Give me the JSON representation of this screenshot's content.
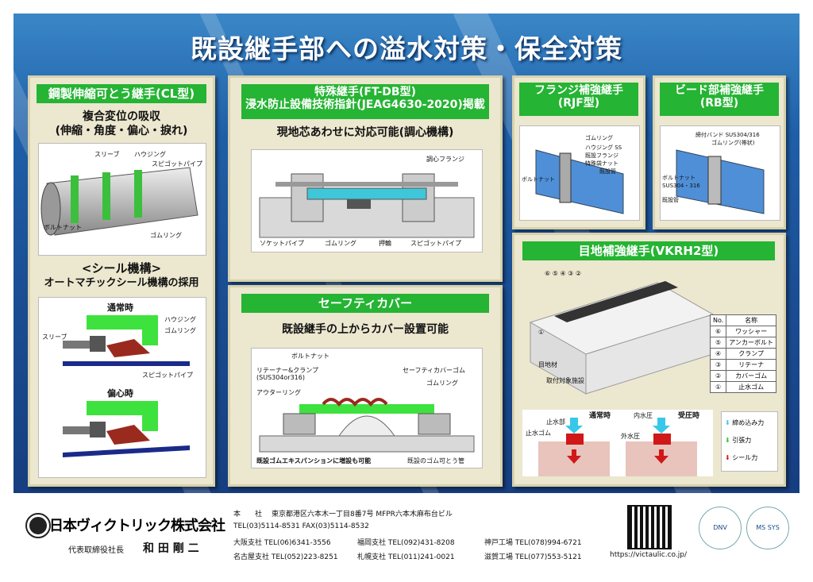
{
  "title": "既設継手部への溢水対策・保全対策",
  "panel1": {
    "header": "鋼製伸縮可とう継手(CL型)",
    "sub1_line1": "複合変位の吸収",
    "sub1_line2": "(伸縮・角度・偏心・捩れ)",
    "fig_labels": {
      "sleeve": "スリーブ",
      "housing": "ハウジング",
      "spigot": "スピゴットパイプ",
      "bolt": "ボルトナット",
      "rubber": "ゴムリング"
    },
    "sub2_line1": "<シール機構>",
    "sub2_line2": "オートマチックシール機構の採用",
    "seal_normal": "通常時",
    "seal_offset": "偏心時",
    "seal_labels": {
      "housing": "ハウジング",
      "rubber": "ゴムリング",
      "sleeve": "スリーブ",
      "spigot": "スピゴットパイプ"
    }
  },
  "panel2": {
    "header_line1": "特殊継手(FT-DB型)",
    "header_line2": "浸水防止設備技術指針(JEAG4630-2020)掲載",
    "sub": "現地芯あわせに対応可能(調心機構)",
    "labels": {
      "flange": "調心フランジ",
      "socket": "ソケットパイプ",
      "rubber": "ゴムリング",
      "ring": "押輪",
      "spigot": "スピゴットパイプ"
    }
  },
  "panel3": {
    "header_line1": "フランジ補強継手",
    "header_line2": "(RJF型)",
    "labels": {
      "rubber": "ゴムリング",
      "housing": "ハウジング SS",
      "flange": "既設フランジ",
      "nut": "特殊袋ナット",
      "existing": "既設管",
      "bolt": "ボルトナット"
    }
  },
  "panel4": {
    "header_line1": "ビード部補強継手",
    "header_line2": "(RB型)",
    "labels": {
      "band": "締付バンド SUS304/316",
      "rubber": "ゴムリング(帯状)",
      "bolt": "ボルトナット",
      "bolt_mat": "SUS304・316",
      "existing": "既設管"
    }
  },
  "panel5": {
    "header": "セーフティカバー",
    "sub": "既設継手の上からカバー設置可能",
    "labels": {
      "bolt": "ボルトナット",
      "retainer": "リテーナー&クランプ",
      "retainer_mat": "(SUS304or316)",
      "outer": "アウターリング",
      "cover_rubber": "セーフティカバーゴム",
      "rubber": "ゴムリング",
      "note_left": "既設ゴムエキスパンションに増設も可能",
      "note_right": "既設のゴム可とう管"
    }
  },
  "panel6": {
    "header": "目地補強継手(VKRH2型)",
    "nums": [
      "⑥",
      "⑤",
      "④",
      "③",
      "②"
    ],
    "num1": "①",
    "label_joint": "目地材",
    "label_facility": "取付対象施設",
    "table_header": [
      "No.",
      "名称"
    ],
    "table_rows": [
      [
        "⑥",
        "ワッシャー"
      ],
      [
        "⑤",
        "アンカーボルト"
      ],
      [
        "④",
        "クランプ"
      ],
      [
        "③",
        "リテーナ"
      ],
      [
        "②",
        "カバーゴム"
      ],
      [
        "①",
        "止水ゴム"
      ]
    ],
    "normal": "通常時",
    "pressure": "受圧時",
    "water_part": "止水部",
    "water_rubber": "止水ゴム",
    "inner": "内水圧",
    "outer": "外水圧",
    "legend": [
      "締め込み力",
      "引張力",
      "シール力"
    ]
  },
  "footer": {
    "company": "日本ヴィクトリック株式会社",
    "rep_title": "代表取締役社長",
    "rep_name": "和 田 剛 二",
    "hq_label": "本　　社",
    "hq_addr": "東京都港区六本木一丁目8番7号 MFPR六本木麻布台ビル",
    "hq_tel": "TEL(03)5114-8531 FAX(03)5114-8532",
    "row1": [
      "大阪支社 TEL(06)6341-3556",
      "福岡支社 TEL(092)431-8208",
      "神戸工場 TEL(078)994-6721"
    ],
    "row2": [
      "名古屋支社 TEL(052)223-8251",
      "札幌支社 TEL(011)241-0021",
      "滋賀工場 TEL(077)553-5121"
    ],
    "url": "https://victaulic.co.jp/",
    "cert1": "DNV",
    "cert2": "MS SYS"
  },
  "colors": {
    "green": "#25b433",
    "panel": "#ece7cf",
    "blue_bg": "#1f5fa8"
  }
}
